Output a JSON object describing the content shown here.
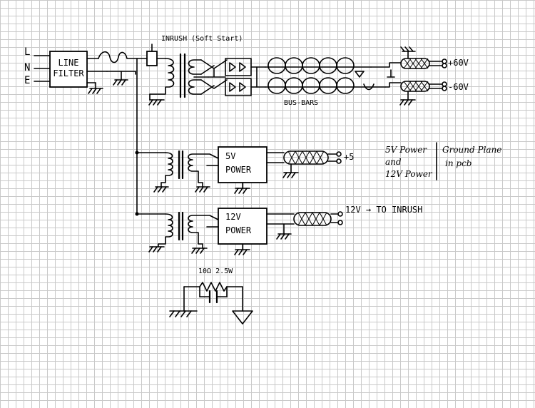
{
  "diagram": {
    "inputs": [
      "L",
      "N",
      "E"
    ],
    "line_filter": [
      "LINE",
      "FILTER"
    ],
    "inrush_label": "INRUSH (Soft Start)",
    "bus_bars_label": "BUS-BARS",
    "outputs": {
      "pos": "+60V",
      "neg": "-60V",
      "five": "+5",
      "twelve": "12V → TO INRUSH"
    },
    "psu5": [
      "5V",
      "POWER"
    ],
    "psu12": [
      "12V",
      "POWER"
    ],
    "note_left": [
      "5V Power",
      "and",
      "12V Power"
    ],
    "note_right": [
      "Ground Plane",
      "in pcb"
    ],
    "resistor_label": "10Ω 2.5W"
  }
}
